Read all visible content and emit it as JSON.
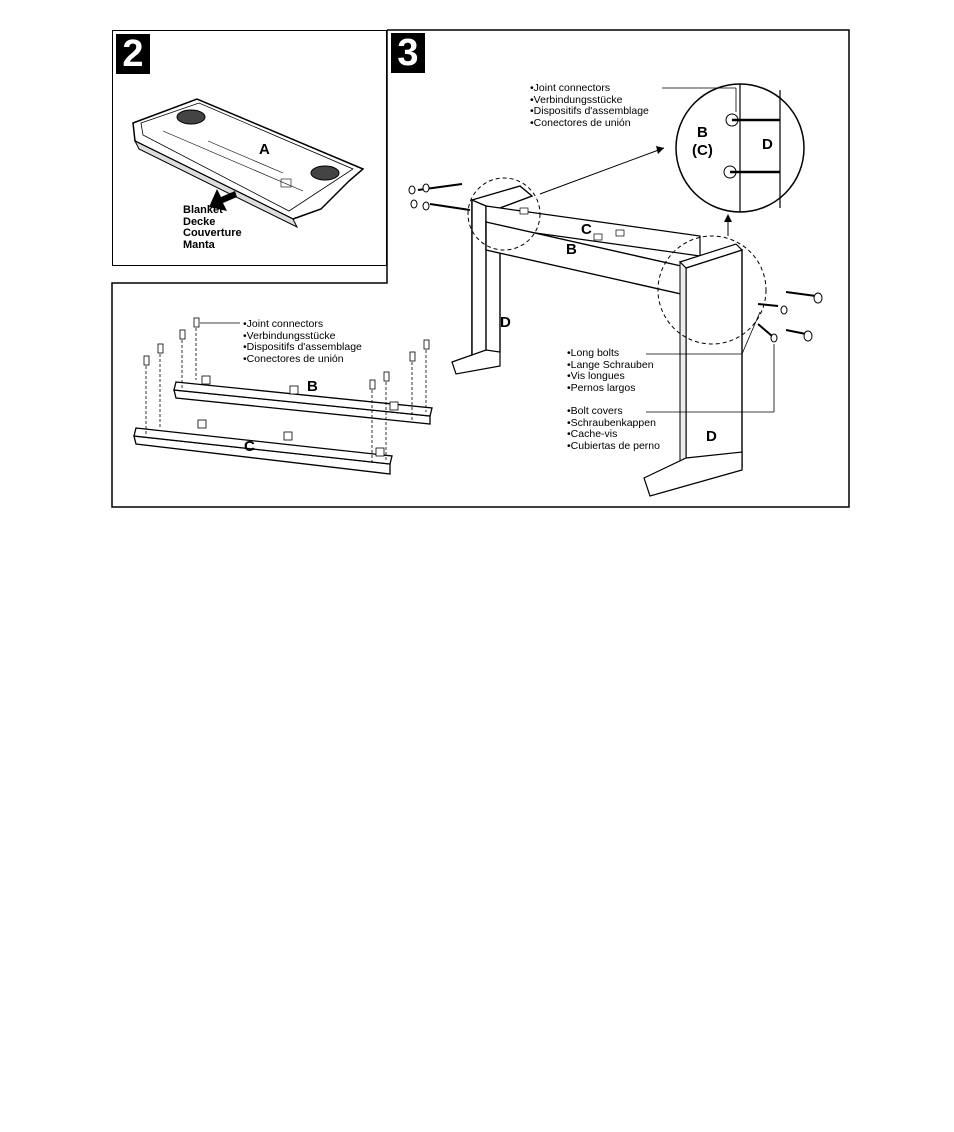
{
  "step2": {
    "number": "2",
    "part_a": "A",
    "blanket_labels": [
      "Blanket",
      "Decke",
      "Couverture",
      "Manta"
    ]
  },
  "step3": {
    "number": "3",
    "joint_labels": [
      "•Joint connectors",
      "•Verbindungsstücke",
      "•Dispositifs d'assemblage",
      "•Conectores de unión"
    ],
    "detail_b": "B",
    "detail_c": "(C)",
    "detail_d": "D",
    "part_c": "C",
    "part_b": "B",
    "part_d_left": "D",
    "part_d_right": "D",
    "long_bolt_labels": [
      "•Long bolts",
      "•Lange Schrauben",
      "•Vis longues",
      "•Pernos largos"
    ],
    "bolt_cover_labels": [
      "•Bolt covers",
      "•Schraubenkappen",
      "•Cache-vis",
      "•Cubiertas de perno"
    ]
  },
  "boards": {
    "joint_labels": [
      "•Joint connectors",
      "•Verbindungsstücke",
      "•Dispositifs d'assemblage",
      "•Conectores de unión"
    ],
    "part_b": "B",
    "part_c": "C"
  }
}
